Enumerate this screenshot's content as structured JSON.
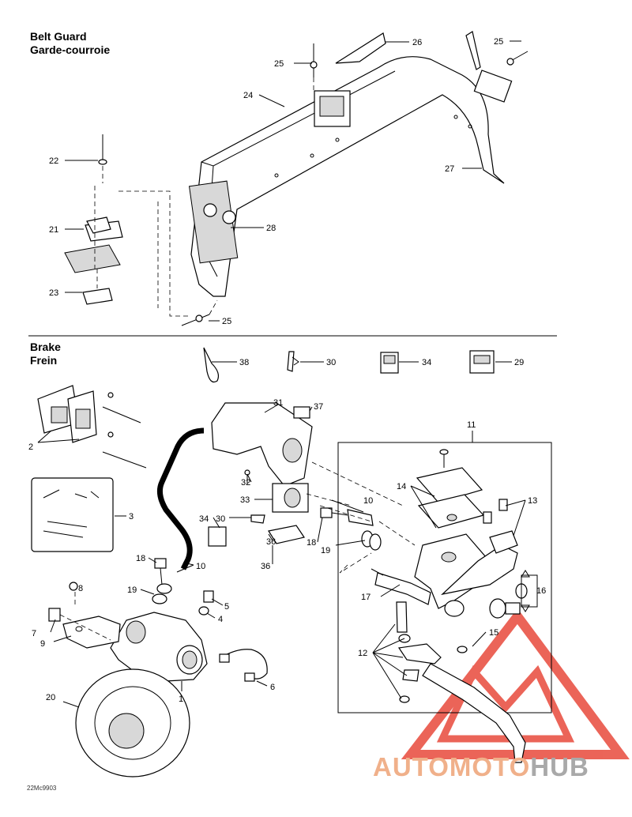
{
  "sections": {
    "belt_guard": {
      "title_en": "Belt Guard",
      "title_fr": "Garde-courroie"
    },
    "brake": {
      "title_en": "Brake",
      "title_fr": "Frein"
    }
  },
  "callouts": {
    "c26": "26",
    "c25a": "25",
    "c25b": "25",
    "c25c": "25",
    "c24": "24",
    "c22": "22",
    "c21": "21",
    "c23": "23",
    "c27": "27",
    "c28": "28",
    "c38": "38",
    "c30a": "30",
    "c34a": "34",
    "c29": "29",
    "c31": "31",
    "c37": "37",
    "c11": "11",
    "c2": "2",
    "c3": "3",
    "c32": "32",
    "c14": "14",
    "c13": "13",
    "c33": "33",
    "c10a": "10",
    "c34b": "34",
    "c30b": "30",
    "c36a": "36",
    "c36b": "36",
    "c18a": "18",
    "c19a": "19",
    "c18b": "18",
    "c10b": "10",
    "c19b": "19",
    "c17": "17",
    "c16": "16",
    "c8": "8",
    "c5": "5",
    "c4": "4",
    "c7": "7",
    "c9": "9",
    "c15": "15",
    "c12": "12",
    "c6": "6",
    "c1": "1",
    "c20": "20"
  },
  "figure_id": "22Mc9903",
  "watermark": {
    "part1": "AUTOMOTO",
    "part2": "HUB",
    "color1": "#f0b08a",
    "color2": "#a9a9a9",
    "logo_color": "#e84a3c"
  }
}
